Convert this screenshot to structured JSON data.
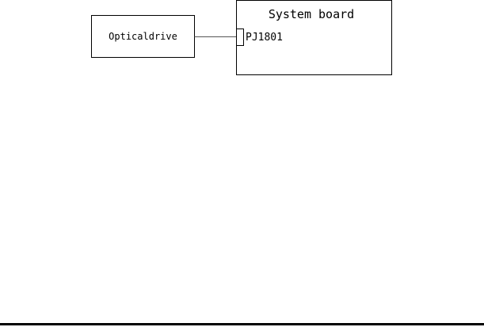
{
  "diagram": {
    "optical_drive_label": "Opticaldrive",
    "system_board_label": "System board",
    "connector_label": "PJ1801",
    "stroke_color": "#000000",
    "background_color": "#ffffff"
  }
}
